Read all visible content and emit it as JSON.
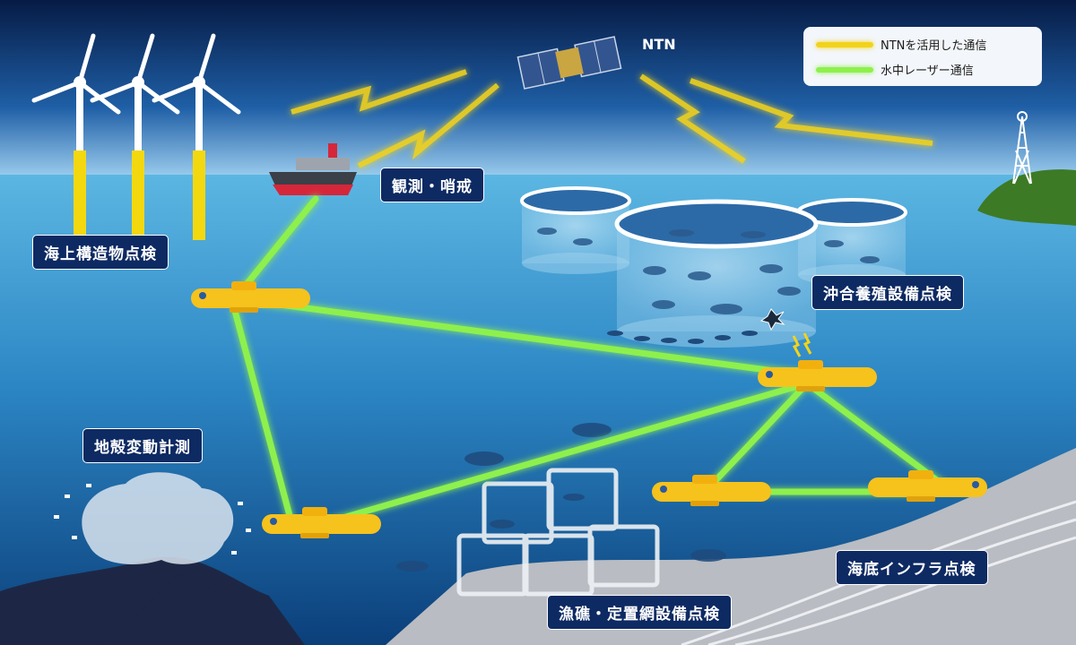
{
  "labels": {
    "offshore_structure": "海上構造物点検",
    "observation_patrol": "観測・哨戒",
    "offshore_aquaculture": "沖合養殖設備点検",
    "crustal_deformation": "地殻変動計測",
    "seabed_infrastructure": "海底インフラ点検",
    "fish_reef_setnet": "漁礁・定置網設備点検",
    "ntn": "NTN"
  },
  "legend": [
    {
      "label": "NTNを活用した通信",
      "color": "#f2d31b"
    },
    {
      "label": "水中レーザー通信",
      "color": "#8ef04e"
    }
  ],
  "colors": {
    "sky": "#0a2e66",
    "sea": "#3c9fd4",
    "deep_sea": "#0b3f7a",
    "drone": "#f6c21c",
    "label_bg": "#0e2a63",
    "laser": "#8ef04e",
    "ntn_link": "#f2d31b"
  }
}
